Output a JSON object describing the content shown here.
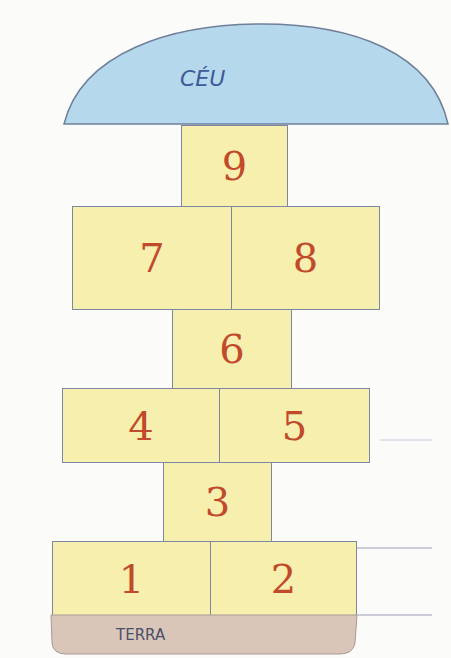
{
  "diagram": {
    "nodes": [
      {
        "text": [
          "CÉU"
        ]
      },
      {
        "text": [
          "9"
        ]
      },
      {
        "text": [
          "7"
        ]
      },
      {
        "text": [
          "8"
        ]
      },
      {
        "text": [
          "6"
        ]
      },
      {
        "text": [
          "4"
        ]
      },
      {
        "text": [
          "5"
        ]
      },
      {
        "text": [
          "3"
        ]
      },
      {
        "text": [
          "1"
        ]
      },
      {
        "text": [
          "2"
        ]
      },
      {
        "text": [
          "TERRA"
        ]
      }
    ]
  }
}
